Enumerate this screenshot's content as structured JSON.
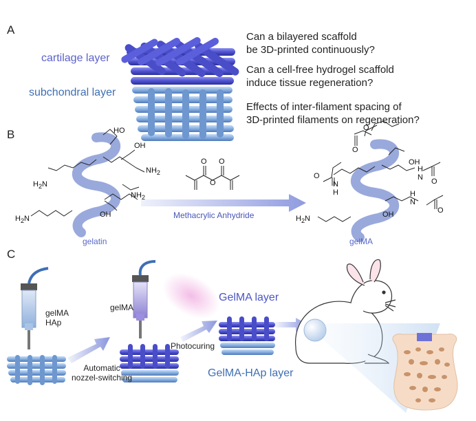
{
  "panel_a": {
    "letter": "A",
    "cartilage_label": "cartilage layer",
    "subchondral_label": "subchondral layer",
    "questions": [
      "Can a bilayered scaffold",
      "be 3D-printed continuously?",
      "Can a cell-free hydrogel scaffold",
      "induce tissue regeneration?",
      "Effects of inter-filament spacing of",
      "3D-printed filaments on regeneration?"
    ]
  },
  "panel_b": {
    "letter": "B",
    "gelatin_label": "gelatin",
    "gelma_label": "gelMA",
    "reaction_label": "Methacrylic Anhydride",
    "groups": {
      "nh2": "NH",
      "sub2": "2",
      "h2n": "H",
      "n": "N",
      "ho": "HO",
      "oh": "OH",
      "o": "O",
      "h": "H"
    }
  },
  "panel_c": {
    "letter": "C",
    "syringe1_label_line1": "gelMA",
    "syringe1_label_line2": "HAp",
    "syringe2_label": "gelMA",
    "switch_label_line1": "Automatic",
    "switch_label_line2": "nozzel-switching",
    "photocuring_label": "Photocuring",
    "top_layer_label": "GelMA layer",
    "bottom_layer_label": "GelMA-HAp layer"
  },
  "colors": {
    "cartilage": "#5b62c9",
    "subchondral": "#7fa6d6",
    "gelatin_ribbon": "#8ea0d8",
    "arrow": "#b8c4ec",
    "bone": "#f6dcc6",
    "bone_spot": "#c8936b"
  }
}
